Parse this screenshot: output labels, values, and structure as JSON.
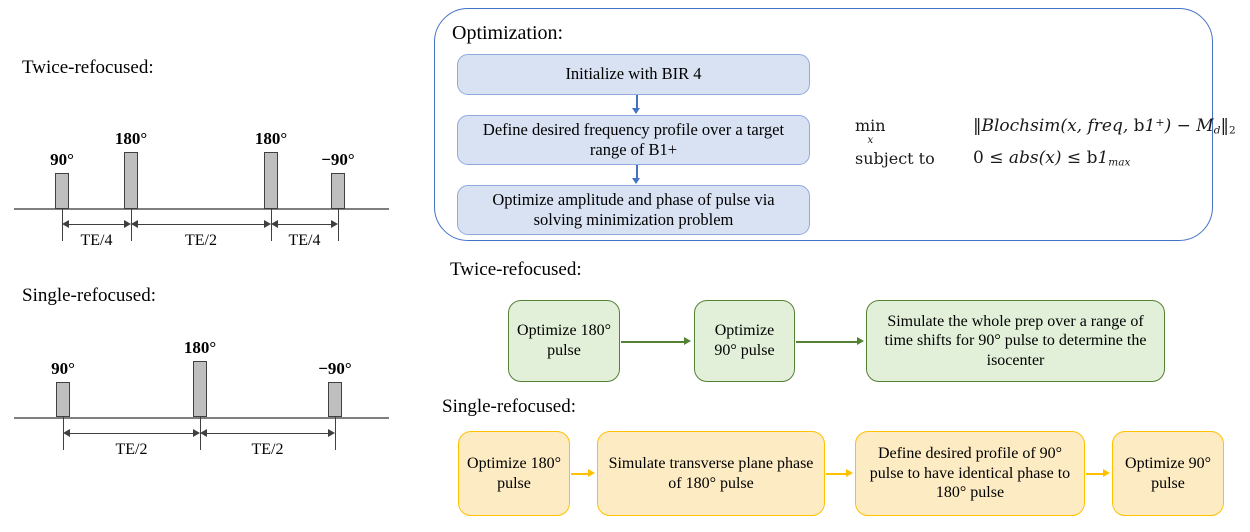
{
  "left_panel": {
    "twice_refocused": {
      "title": "Twice-refocused:",
      "pulses": [
        {
          "label": "90°",
          "flip": 90
        },
        {
          "label": "180°",
          "flip": 180
        },
        {
          "label": "180°",
          "flip": 180
        },
        {
          "label": "−90°",
          "flip": -90
        }
      ],
      "intervals": [
        {
          "label": "TE/4"
        },
        {
          "label": "TE/2"
        },
        {
          "label": "TE/4"
        }
      ]
    },
    "single_refocused": {
      "title": "Single-refocused:",
      "pulses": [
        {
          "label": "90°",
          "flip": 90
        },
        {
          "label": "180°",
          "flip": 180
        },
        {
          "label": "−90°",
          "flip": -90
        }
      ],
      "intervals": [
        {
          "label": "TE/2"
        },
        {
          "label": "TE/2"
        }
      ]
    }
  },
  "optimization": {
    "heading": "Optimization:",
    "steps": [
      {
        "text": "Initialize with BIR 4"
      },
      {
        "text": "Define desired frequency profile over a target range of B1+"
      },
      {
        "text": "Optimize amplitude and phase of pulse via solving minimization problem"
      }
    ],
    "equation": {
      "objective_label": "min",
      "objective_variable": "x",
      "objective_expr": "‖Blochsim(x, freq, b1⁺) − M_d‖2",
      "constraint_label": "subject to",
      "constraint_expr": "0 ≤ abs(x) ≤ b1_max"
    }
  },
  "workflows": {
    "twice_refocused": {
      "title": "Twice-refocused:",
      "steps": [
        {
          "text": "Optimize 180° pulse"
        },
        {
          "text": "Optimize 90° pulse"
        },
        {
          "text": "Simulate the whole prep over a range of time shifts for 90° pulse to determine the isocenter"
        }
      ]
    },
    "single_refocused": {
      "title": "Single-refocused:",
      "steps": [
        {
          "text": "Optimize 180° pulse"
        },
        {
          "text": "Simulate transverse plane phase of 180° pulse"
        },
        {
          "text": "Define desired profile of 90° pulse to have identical phase to 180° pulse"
        },
        {
          "text": "Optimize 90° pulse"
        }
      ]
    }
  },
  "colors": {
    "blue_border": "#4472C4",
    "blue_fill": "#D9E2F3",
    "green_border": "#548235",
    "green_fill": "#E2F0D9",
    "yellow_border": "#FFC000",
    "yellow_fill": "#FDEBC3",
    "pulse_fill": "#BFBFBF",
    "pulse_stroke": "#404040"
  }
}
